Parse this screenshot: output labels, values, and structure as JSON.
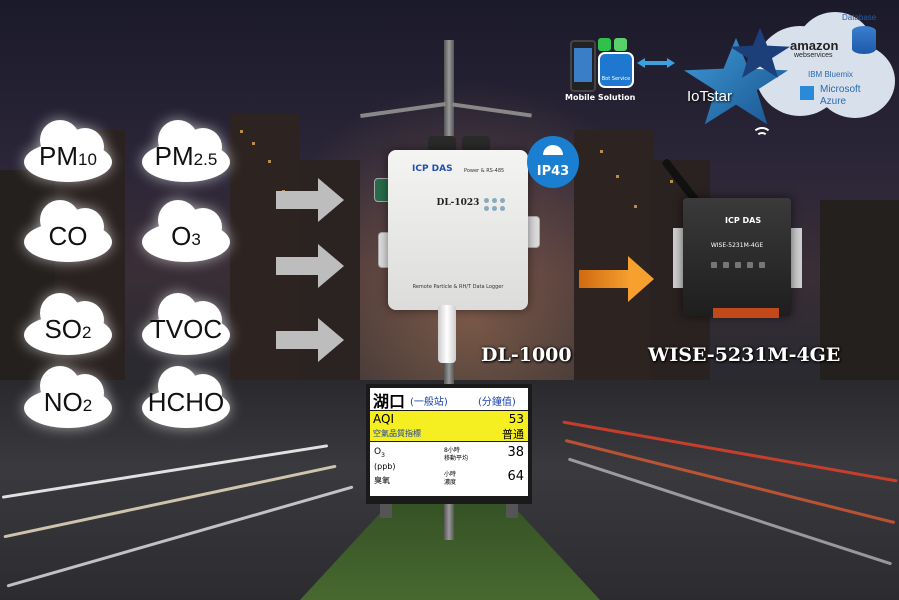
{
  "pollutants": [
    {
      "main": "PM",
      "sub": "10"
    },
    {
      "main": "PM",
      "sub": "2.5"
    },
    {
      "main": "CO",
      "sub": ""
    },
    {
      "main": "O",
      "sub": "3"
    },
    {
      "main": "SO",
      "sub": "2"
    },
    {
      "main": "TVOC",
      "sub": ""
    },
    {
      "main": "NO",
      "sub": "2"
    },
    {
      "main": "HCHO",
      "sub": ""
    }
  ],
  "datalogger": {
    "brand": "ICP DAS",
    "model": "DL-1023",
    "caption": "Remote Particle & RH/T Data Logger",
    "display_name": "DL-1000",
    "top_label": "Power & RS-485"
  },
  "ip_badge": "IP43",
  "gateway": {
    "brand": "ICP DAS",
    "model": "WISE-5231M-4GE",
    "display_name": "WISE-5231M-4GE"
  },
  "cloud": {
    "platform": "IoTstar",
    "database": "Database",
    "aws_line1": "amazon",
    "aws_line2": "webservices",
    "ibm": "IBM Bluemix",
    "azure_line1": "Microsoft",
    "azure_line2": "Azure"
  },
  "mobile": {
    "label": "Mobile Solution",
    "app": "Bot Service"
  },
  "aqi_sign": {
    "station": "湖口",
    "link1": "(一般站)",
    "link2": "(分鐘值)",
    "aqi_label": "AQI",
    "aqi_value": "53",
    "quality_label": "空氣品質指標",
    "quality_value": "普通",
    "pollutant": "O",
    "pollutant_sub": "3",
    "unit": "(ppb)",
    "pollutant_name": "臭氧",
    "avg8_line1": "8小時",
    "avg8_line2": "移動平均",
    "avg8_value": "38",
    "hour_line1": "小時",
    "hour_line2": "濃度",
    "hour_value": "64"
  },
  "colors": {
    "arrow_orange": "#f6a030",
    "arrow_gray": "#bdbdbd",
    "sign_yellow": "#f5ee20",
    "badge_blue": "#1a7fd0"
  }
}
